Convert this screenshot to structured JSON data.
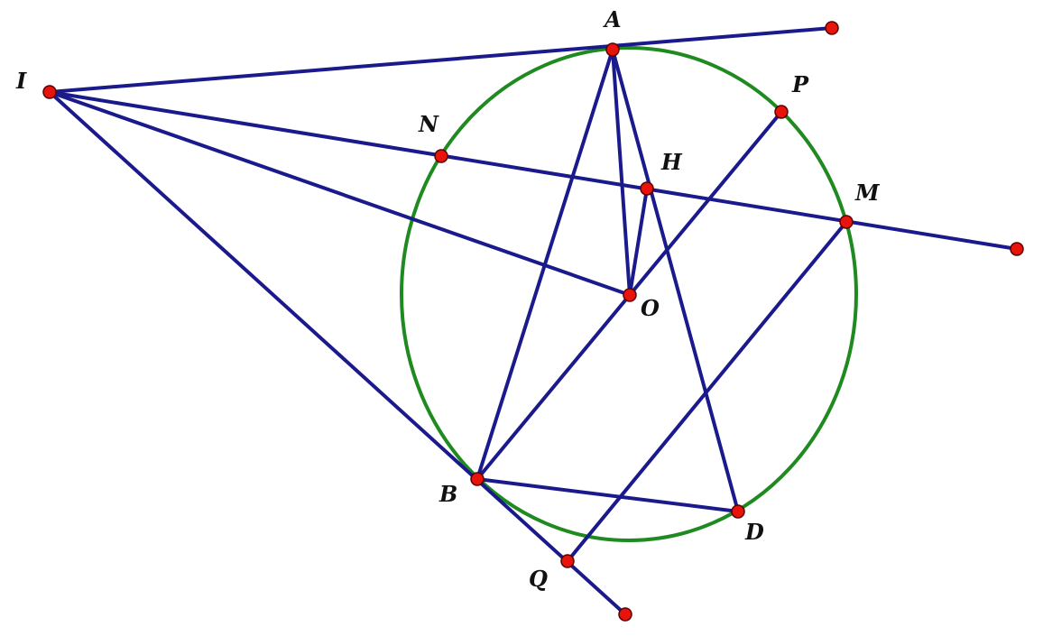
{
  "diagram": {
    "title": "Circle (O) with tangents from I, secants and chords",
    "colors": {
      "circle": "#1f8a1f",
      "segment": "#1a1a8c",
      "point": "#e8140c"
    },
    "points": {
      "I": "I",
      "A": "A",
      "P": "P",
      "N": "N",
      "H": "H",
      "M": "M",
      "O": "O",
      "B": "B",
      "D": "D",
      "Q": "Q"
    }
  }
}
